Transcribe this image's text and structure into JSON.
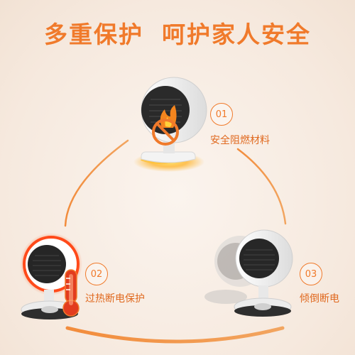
{
  "header": {
    "title_left": "多重保护",
    "title_right": "呵护家人安全"
  },
  "features": [
    {
      "number": "01",
      "label": "安全阻燃材料"
    },
    {
      "number": "02",
      "label": "过热断电保护"
    },
    {
      "number": "03",
      "label": "倾倒断电"
    }
  ],
  "colors": {
    "accent": "#f07a2b",
    "background": "#f8ede4"
  },
  "icons": [
    "no-fire-icon",
    "thermometer-icon"
  ]
}
